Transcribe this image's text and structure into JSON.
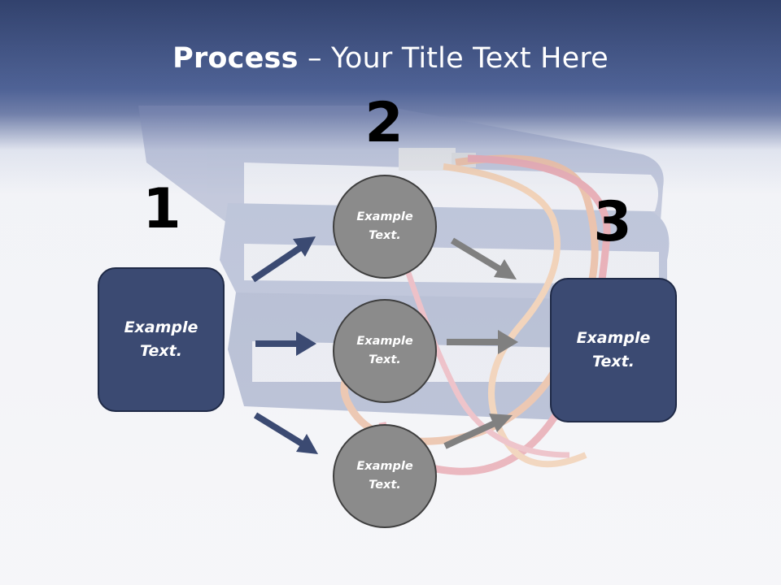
{
  "slide": {
    "title_bold": "Process",
    "title_rest": " – Your Title Text Here"
  },
  "steps": {
    "n1": "1",
    "n2": "2",
    "n3": "3"
  },
  "boxes": {
    "left": "Example Text.",
    "right": "Example Text."
  },
  "circles": [
    {
      "label": "Example Text."
    },
    {
      "label": "Example Text."
    },
    {
      "label": "Example Text."
    }
  ],
  "colors": {
    "navy": "#3b4a72",
    "arrow_blue": "#3b4a72",
    "arrow_gray": "#808080",
    "circle_gray": "#8b8b8b"
  }
}
